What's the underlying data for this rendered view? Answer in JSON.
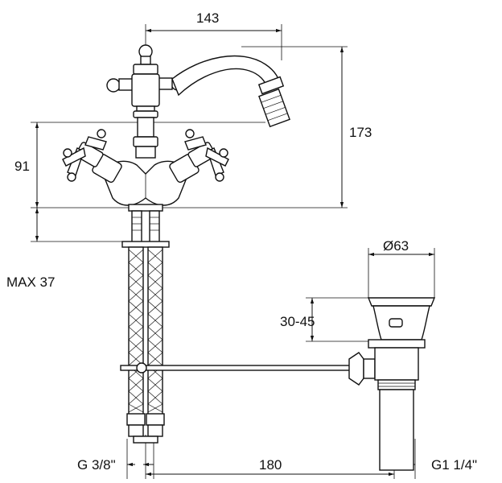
{
  "dimensions": {
    "spout_reach": "143",
    "total_height": "173",
    "body_height": "91",
    "max_deck_thickness": "MAX 37",
    "waste_diameter": "Ø63",
    "waste_range": "30-45",
    "inlet_thread": "G 3/8\"",
    "center_distance": "180",
    "waste_thread": "G1 1/4\""
  }
}
